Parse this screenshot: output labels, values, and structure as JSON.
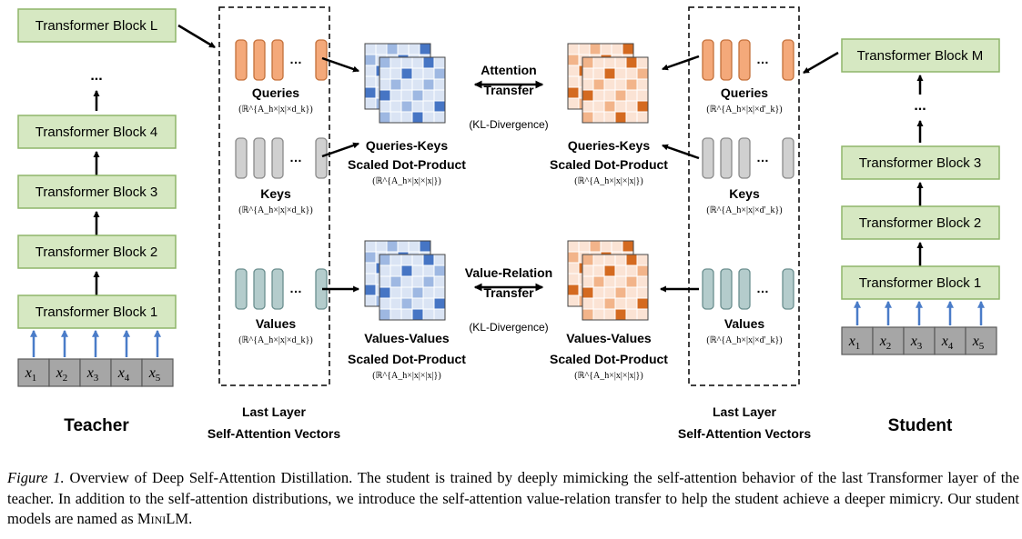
{
  "teacher": {
    "blocks": [
      "Transformer Block L",
      "...",
      "Transformer Block 4",
      "Transformer Block 3",
      "Transformer Block 2",
      "Transformer Block 1"
    ],
    "tokens": [
      "x1",
      "x2",
      "x3",
      "x4",
      "x5"
    ],
    "label": "Teacher"
  },
  "student": {
    "blocks": [
      "Transformer Block M",
      "...",
      "Transformer Block 3",
      "Transformer Block 2",
      "Transformer Block 1"
    ],
    "tokens": [
      "x1",
      "x2",
      "x3",
      "x4",
      "x5"
    ],
    "label": "Student"
  },
  "teacher_vectors": {
    "queries": "Queries",
    "queries_dim": "(ℝ^{A_h×|x|×d_k})",
    "keys": "Keys",
    "keys_dim": "(ℝ^{A_h×|x|×d_k})",
    "values": "Values",
    "values_dim": "(ℝ^{A_h×|x|×d_k})",
    "caption_line1": "Last Layer",
    "caption_line2": "Self-Attention Vectors"
  },
  "student_vectors": {
    "queries": "Queries",
    "queries_dim": "(ℝ^{A_h×|x|×d'_k})",
    "keys": "Keys",
    "keys_dim": "(ℝ^{A_h×|x|×d'_k})",
    "values": "Values",
    "values_dim": "(ℝ^{A_h×|x|×d'_k})",
    "caption_line1": "Last Layer",
    "caption_line2": "Self-Attention Vectors"
  },
  "teacher_qk": {
    "line1": "Queries-Keys",
    "line2": "Scaled Dot-Product",
    "dim": "(ℝ^{A_h×|x|×|x|})"
  },
  "teacher_vv": {
    "line1": "Values-Values",
    "line2": "Scaled Dot-Product",
    "dim": "(ℝ^{A_h×|x|×|x|})"
  },
  "student_qk": {
    "line1": "Queries-Keys",
    "line2": "Scaled Dot-Product",
    "dim": "(ℝ^{A_h×|x|×|x|})"
  },
  "student_vv": {
    "line1": "Values-Values",
    "line2": "Scaled Dot-Product",
    "dim": "(ℝ^{A_h×|x|×|x|})"
  },
  "attention_transfer": {
    "line1": "Attention",
    "line2": "Transfer",
    "note": "(KL-Divergence)"
  },
  "value_relation_transfer": {
    "line1": "Value-Relation",
    "line2": "Transfer",
    "note": "(KL-Divergence)"
  },
  "colors": {
    "block_fill": "#d6e8c2",
    "block_stroke": "#8fb56a",
    "token_fill": "#a6a6a6",
    "token_stroke": "#595959",
    "input_arrow": "#4a7cc8",
    "query_fill": "#f4a97a",
    "query_stroke": "#c4703a",
    "key_fill": "#d0d0d0",
    "key_stroke": "#8a8a8a",
    "value_fill": "#b4cccc",
    "value_stroke": "#6a8e8e",
    "teacher_matrix_light": "#dae4f4",
    "teacher_matrix_mid": "#9eb8e2",
    "teacher_matrix_dark": "#4675c4",
    "student_matrix_light": "#fbe3d4",
    "student_matrix_mid": "#f2b48a",
    "student_matrix_dark": "#d46a20"
  },
  "caption": {
    "figure_label": "Figure 1.",
    "text_before": "Overview of Deep Self-Attention Distillation. The student is trained by deeply mimicking the self-attention behavior of the last Transformer layer of the teacher. In addition to the self-attention distributions, we introduce the self-attention value-relation transfer to help the student achieve a deeper mimicry. Our student models are named as ",
    "model_name": "MiniLM",
    "text_after": "."
  }
}
